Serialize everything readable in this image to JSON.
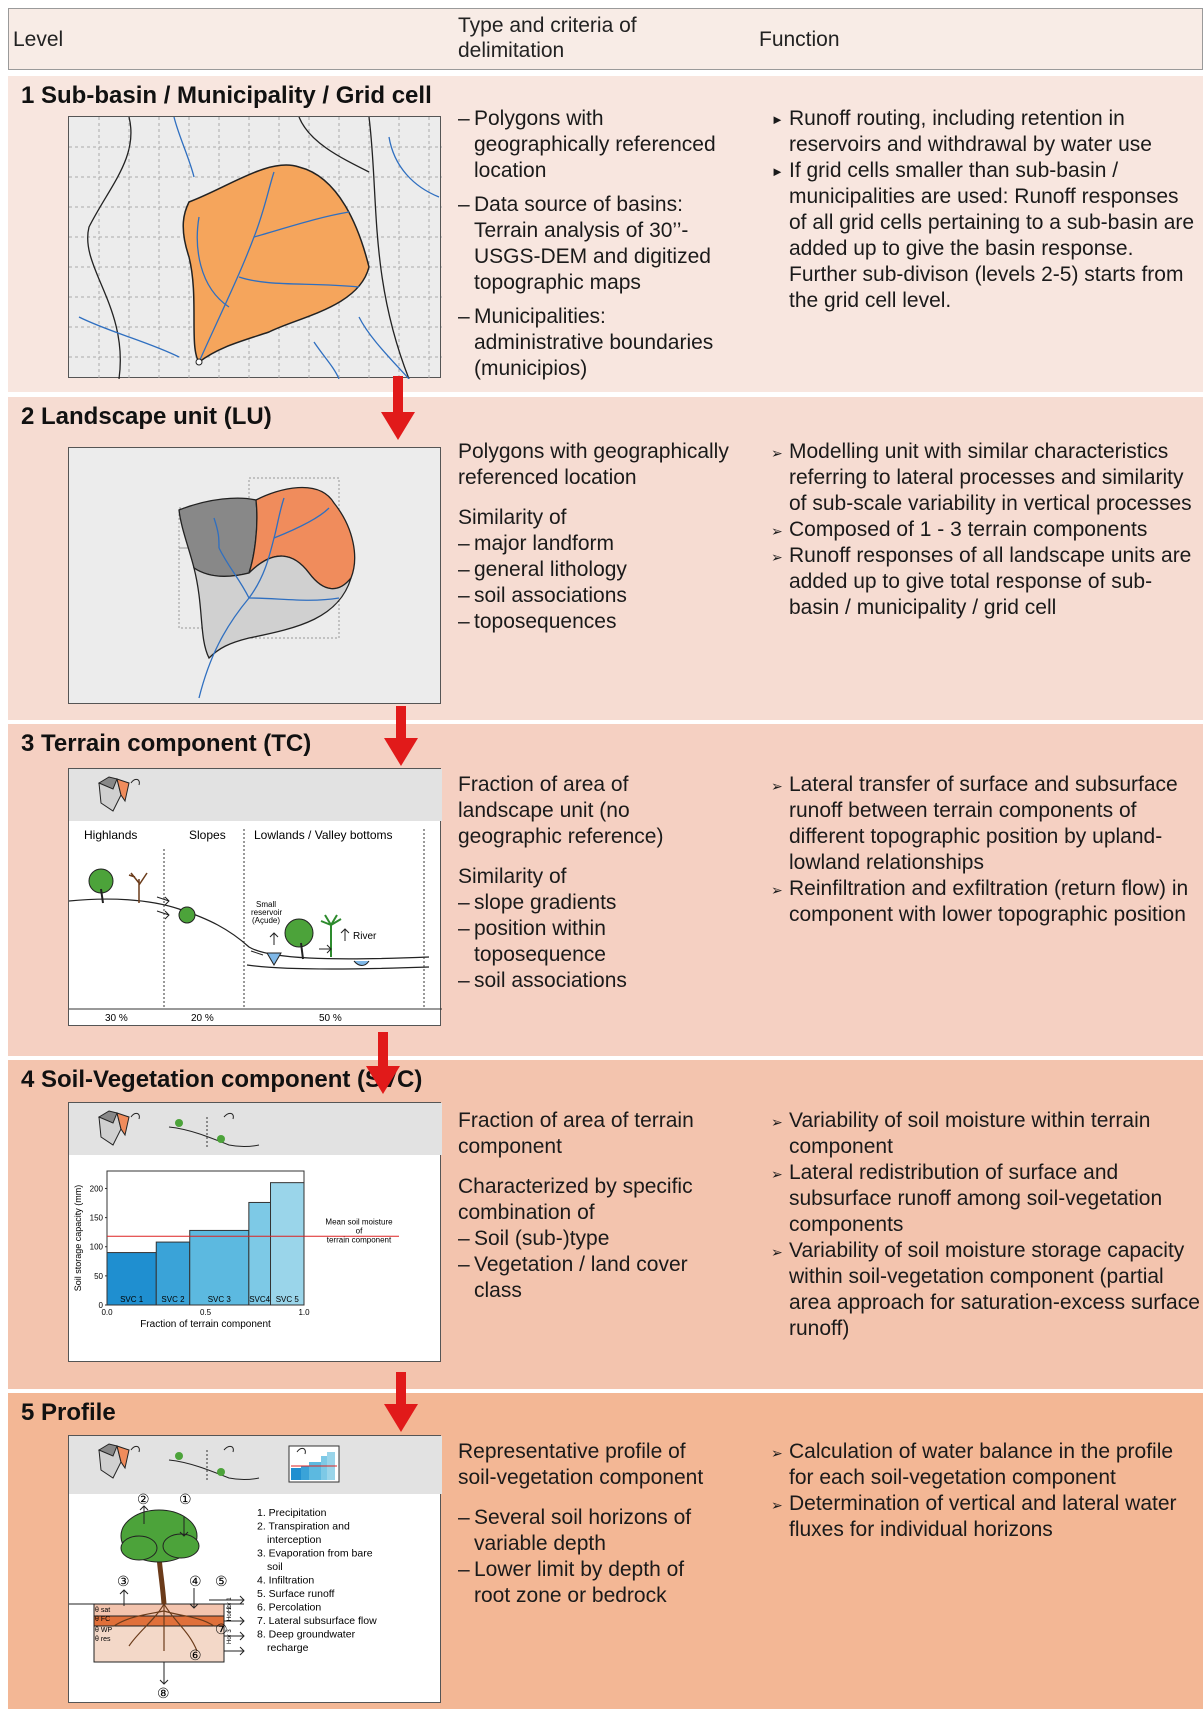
{
  "header": {
    "level": "Level",
    "type": "Type and criteria of\ndelimitation",
    "function": "Function"
  },
  "levels": [
    {
      "title": "1  Sub-basin / Municipality / Grid cell",
      "criteria": [
        "Polygons with geographically referenced location",
        "Data source of basins: Terrain analysis of 30’’-USGS-DEM and digitized topographic maps",
        "Municipalities: administrative boundaries (municipios)"
      ],
      "functions": [
        "Runoff routing, including retention in reservoirs and withdrawal by water use",
        "If grid cells smaller than sub-basin / municipalities are used: Runoff responses of all grid cells pertaining to a sub-basin are added up to give the basin response. Further sub-divison (levels 2-5) starts from the grid cell level."
      ]
    },
    {
      "title": "2  Landscape unit (LU)",
      "intro": "Polygons with geographically referenced location",
      "similarity": "Similarity of",
      "criteria": [
        "major landform",
        "general lithology",
        "soil associations",
        "toposequences"
      ],
      "functions": [
        "Modelling unit with similar characteristics referring to lateral processes and similarity of sub-scale variability in vertical processes",
        "Composed of 1 - 3 terrain components",
        "Runoff responses of all landscape units are added up to give total response of sub-basin / municipality / grid cell"
      ]
    },
    {
      "title": "3  Terrain component (TC)",
      "intro": "Fraction of area of landscape unit (no geographic reference)",
      "similarity": "Similarity of",
      "criteria": [
        "slope gradients",
        "position within toposequence",
        "soil associations"
      ],
      "functions": [
        "Lateral transfer of surface and subsurface runoff between terrain components of different topographic position by upland-lowland relationships",
        "Reinfiltration and exfiltration (return flow) in component with lower topographic position"
      ],
      "figure": {
        "zones": [
          "Highlands",
          "Slopes",
          "Lowlands / Valley bottoms"
        ],
        "percents": [
          "30 %",
          "20 %",
          "50 %"
        ],
        "reservoir": [
          "Small",
          "reservoir",
          "(Açude)"
        ],
        "river": "River"
      }
    },
    {
      "title": "4  Soil-Vegetation component (SVC)",
      "intro": "Fraction of area of terrain component",
      "characterized": "Characterized by specific combination of",
      "criteria": [
        "Soil (sub-)type",
        "Vegetation / land cover class"
      ],
      "functions": [
        "Variability of soil moisture within terrain component",
        "Lateral redistribution of surface and subsurface runoff among soil-vegetation components",
        "Variability of soil moisture storage capacity within soil-vegetation component (partial area approach for saturation-excess surface runoff)"
      ]
    },
    {
      "title": "5  Profile",
      "intro": "Representative profile of soil-vegetation component",
      "criteria": [
        "Several soil horizons of variable depth",
        "Lower limit by depth of root zone or bedrock"
      ],
      "functions": [
        "Calculation of water balance in the profile for each soil-vegetation component",
        "Determination of vertical and lateral water fluxes for individual horizons"
      ],
      "figure": {
        "processes": [
          "1. Precipitation",
          "2. Transpiration and",
          "interception",
          "3. Evaporation from bare",
          "soil",
          "4. Infiltration",
          "5. Surface runoff",
          "6. Percolation",
          "7. Lateral subsurface flow",
          "8. Deep groundwater",
          "recharge"
        ],
        "thetas": [
          "θ sat",
          "θ FC",
          "θ WP",
          "θ res"
        ],
        "horizons": [
          "Hor 1",
          "Hor 2",
          "Hor 3"
        ],
        "circled": [
          "①",
          "②",
          "③",
          "④",
          "⑤",
          "⑥",
          "⑦",
          "⑧"
        ]
      }
    }
  ],
  "chart_data": {
    "type": "bar",
    "categories": [
      "SVC 1",
      "SVC 2",
      "SVC 3",
      "SVC4",
      "SVC 5"
    ],
    "x_edges": [
      0.0,
      0.25,
      0.42,
      0.72,
      0.83,
      1.0
    ],
    "values": [
      90,
      108,
      128,
      176,
      210
    ],
    "mean": 118,
    "mean_label": [
      "Mean soil moisture",
      "of",
      "terrain component"
    ],
    "xlabel": "Fraction of terrain component",
    "ylabel": "Soil storage capacity (mm)",
    "xticks": [
      "0.0",
      "0.5",
      "1.0"
    ],
    "yticks": [
      "0",
      "50",
      "100",
      "150",
      "200"
    ],
    "ylim": [
      0,
      230
    ],
    "colors": [
      "#1f8fd0",
      "#3aa3d8",
      "#5cb9e0",
      "#7dc9e6",
      "#9ad5ea"
    ]
  },
  "colors": {
    "level1": "#f8e6df",
    "level2": "#f6dcd2",
    "level3": "#f5d0c2",
    "level4": "#f3c4ae",
    "level5": "#f3b795",
    "arrow": "#e11a1a",
    "polygon": "#f5a55c",
    "river": "#2f6fc0"
  }
}
